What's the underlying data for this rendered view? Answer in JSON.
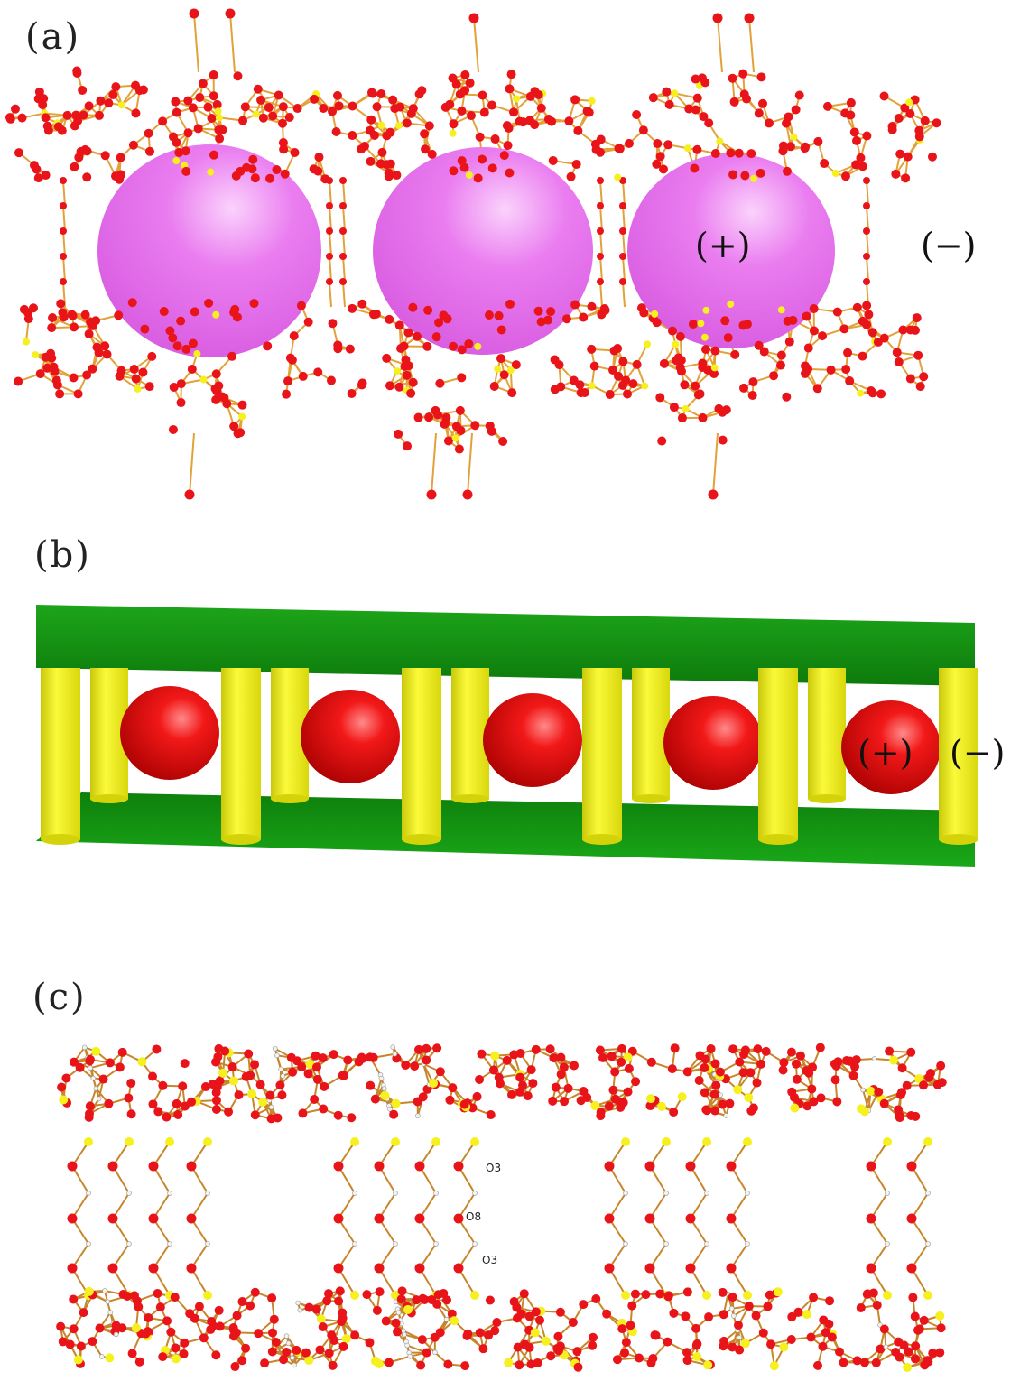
{
  "panels": {
    "a": {
      "label": "(a)",
      "cation_label": "(+)",
      "anion_label": "(−)"
    },
    "b": {
      "label": "(b)",
      "cation_label": "(+)",
      "anion_label": "(−)"
    },
    "c": {
      "label": "(c)",
      "atom_labels": [
        "O3",
        "O8",
        "O3"
      ]
    }
  },
  "colors": {
    "oxygen": "#e8141a",
    "bond": "#e2a23a",
    "silicon": "#f5f01e",
    "cation_sphere_a": "#e970f0",
    "layer_green": "#13900f",
    "pillar_yellow": "#f1f012",
    "cation_sphere_b": "#e00c0c",
    "hydrogen": "#f2f2f2"
  }
}
